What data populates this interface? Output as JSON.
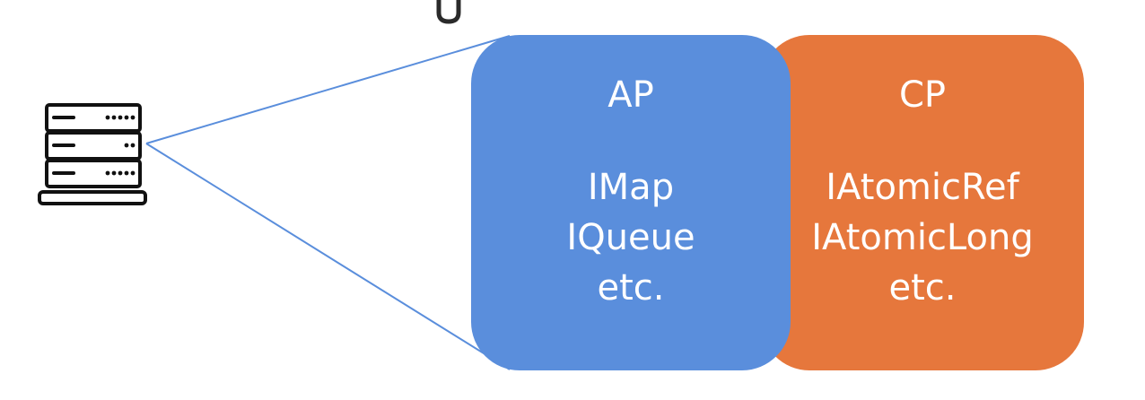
{
  "diagram": {
    "colors": {
      "ap_fill": "#5a8edc",
      "cp_fill": "#e6773c",
      "connector": "#5a8edc",
      "icon_stroke": "#111111",
      "text": "#ffffff"
    },
    "server": {
      "icon": "server-rack-icon"
    },
    "ap": {
      "heading": "AP",
      "items": [
        "IMap",
        "IQueue",
        "etc."
      ]
    },
    "cp": {
      "heading": "CP",
      "items": [
        "IAtomicRef",
        "IAtomicLong",
        "etc."
      ]
    }
  }
}
